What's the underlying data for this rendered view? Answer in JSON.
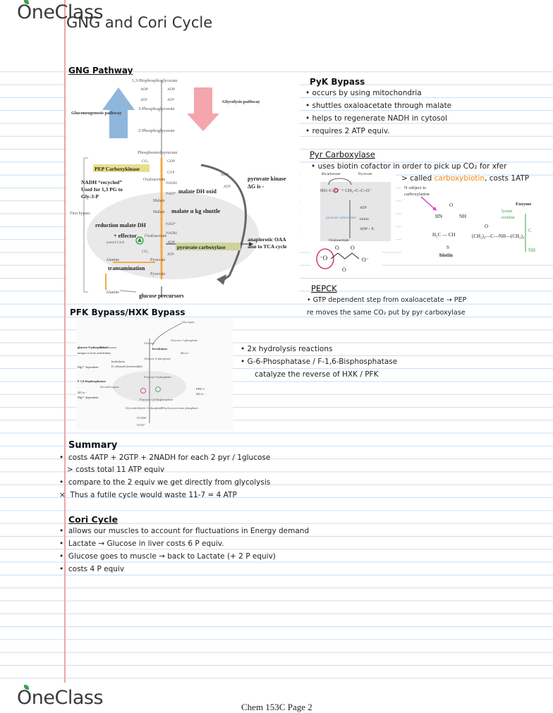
{
  "brand": "OneClass",
  "title": "GNG and Cori Cycle",
  "footer": "Chem 153C Page 2",
  "gng": {
    "heading": "GNG Pathway",
    "fig": {
      "bpg": "1,3-Bisphosphoglycerate",
      "adp1": "ADP",
      "atp1": "ATP",
      "adp2": "ADP",
      "atp2": "ATP",
      "pg3": "3-Phosphoglycerate",
      "pg2": "2-Phosphoglycerate",
      "gluconeo": "Gluconeogenesis pathway",
      "glycolysis": "Glycolysis pathway",
      "pep": "Phosphoenolpyruvate",
      "co2": "CO₂",
      "gdp": "GDP",
      "gtp": "GTP",
      "pepck": "PEP Carboxykinase",
      "oaa": "Oxaloacetate",
      "nadh_recycled": "NADH “recycled”",
      "used_for": "Used for 1,3 PG to",
      "gly3p": "Gly-3-P",
      "nadh": "NADH",
      "nad": "NAD⁺",
      "malate": "Malate",
      "malate_dh_oxid": "malate DH oxid",
      "malate_akg": "malate α kg shuttle",
      "pk": "pyruvate kinase",
      "pk_dg": "ΔG is -",
      "adp3": "ADP",
      "atp3": "ATP",
      "first_bypass": "First bypass",
      "reduction": "reduction  malate DH",
      "effector": "+ effector",
      "acetylcoa": "acetyl-CoA",
      "anaplerotic": "anaplerotic OAA",
      "also_tca": "also to TCA cycle",
      "pyr_carbox": "pyruvate carboxylase",
      "alanine": "Alanine",
      "pyruvate": "Pyruvate",
      "transamination": "transamination",
      "precursors": "glucose precursors"
    }
  },
  "pyk": {
    "heading": "PyK Bypass",
    "bullets": [
      "occurs by using mitochondria",
      "shuttles oxaloacetate through malate",
      "helps to regenerate NADH in cytosol",
      "requires 2 ATP equiv."
    ]
  },
  "pyr": {
    "heading": "Pyr Carboxylase",
    "bullet": "uses biotin cofactor in order to pick up CO₂ for xfer",
    "called_pre": "> called ",
    "called_name": "carboxybiotin",
    "called_post": ", costs 1ATP",
    "fig": {
      "bicarb": "Bicarbonate",
      "pyruvate": "Pyruvate",
      "atp": "ATP",
      "biotin": "biotin",
      "adp": "ADP + Pᵢ",
      "enzyme_label": "pyruvate carboxylase",
      "oaa": "Oxaloacetate",
      "n_subject": "N subject to",
      "carboxylation": "carboxylation",
      "enzyme": "Enzyme",
      "lysine": "lysine",
      "residue": "residue",
      "biotin_name": "biotin"
    }
  },
  "pepck": {
    "heading": "PEPCK",
    "line1": "GTP dependent step from oxaloacetate → PEP",
    "line2": "re moves the same CO₂ put by pyr carboxylase"
  },
  "pfk": {
    "heading": "PFK Bypass/HXK Bypass",
    "bullets": [
      "2x hydrolysis reactions",
      "G-6-Phosphatase / F-1,6-Bisphosphatase"
    ],
    "note": "catalyze the reverse of HXK / PFK",
    "fig": {
      "glycogen": "Glycogen",
      "glucose": "Glucose",
      "g1p": "Glucose 1-phosphate",
      "hexokinase": "hexokinase",
      "dg": "ΔG is -",
      "g6p": "Glucose 6-phosphate",
      "g6pase": "glucose-6-phosphatase",
      "unique": "unique to liver and kidney",
      "mg": "Mg²⁺ dependent",
      "third": "Third bypass",
      "hydrolysis": "hydrolysis",
      "pi_released": "Pᵢ released (irreversible)",
      "f6p": "Fructose 6-phosphate",
      "f16": "F 1,6-bisphosphatase",
      "second": "Second bypass",
      "dg2": "ΔG is -",
      "mg2": "Mg²⁺ dependent",
      "f16bp": "Fructose 1,6-bisphosphate",
      "pfk1": "PFK-1",
      "dg3": "ΔG is -",
      "gap": "Glyceraldehyde 3-phosphate",
      "dhap": "Dihydroxyacetone phosphate",
      "nadh": "NADH",
      "nad": "NAD⁺"
    }
  },
  "summary": {
    "heading": "Summary",
    "lines": [
      "costs 4ATP + 2GTP + 2NADH for each 2 pyr / 1glucose",
      "> costs total 11 ATP equiv",
      "compare to the 2 equiv we get directly from glycolysis",
      "Thus a futile cycle would waste 11-7 = 4 ATP"
    ]
  },
  "cori": {
    "heading": "Cori Cycle",
    "lines": [
      "allows our muscles to account for fluctuations in Energy demand",
      "Lactate → Glucose in liver costs 6 P equiv.",
      "Glucose goes to muscle → back to Lactate  (+ 2 P equiv)",
      "costs 4 P equiv"
    ]
  }
}
